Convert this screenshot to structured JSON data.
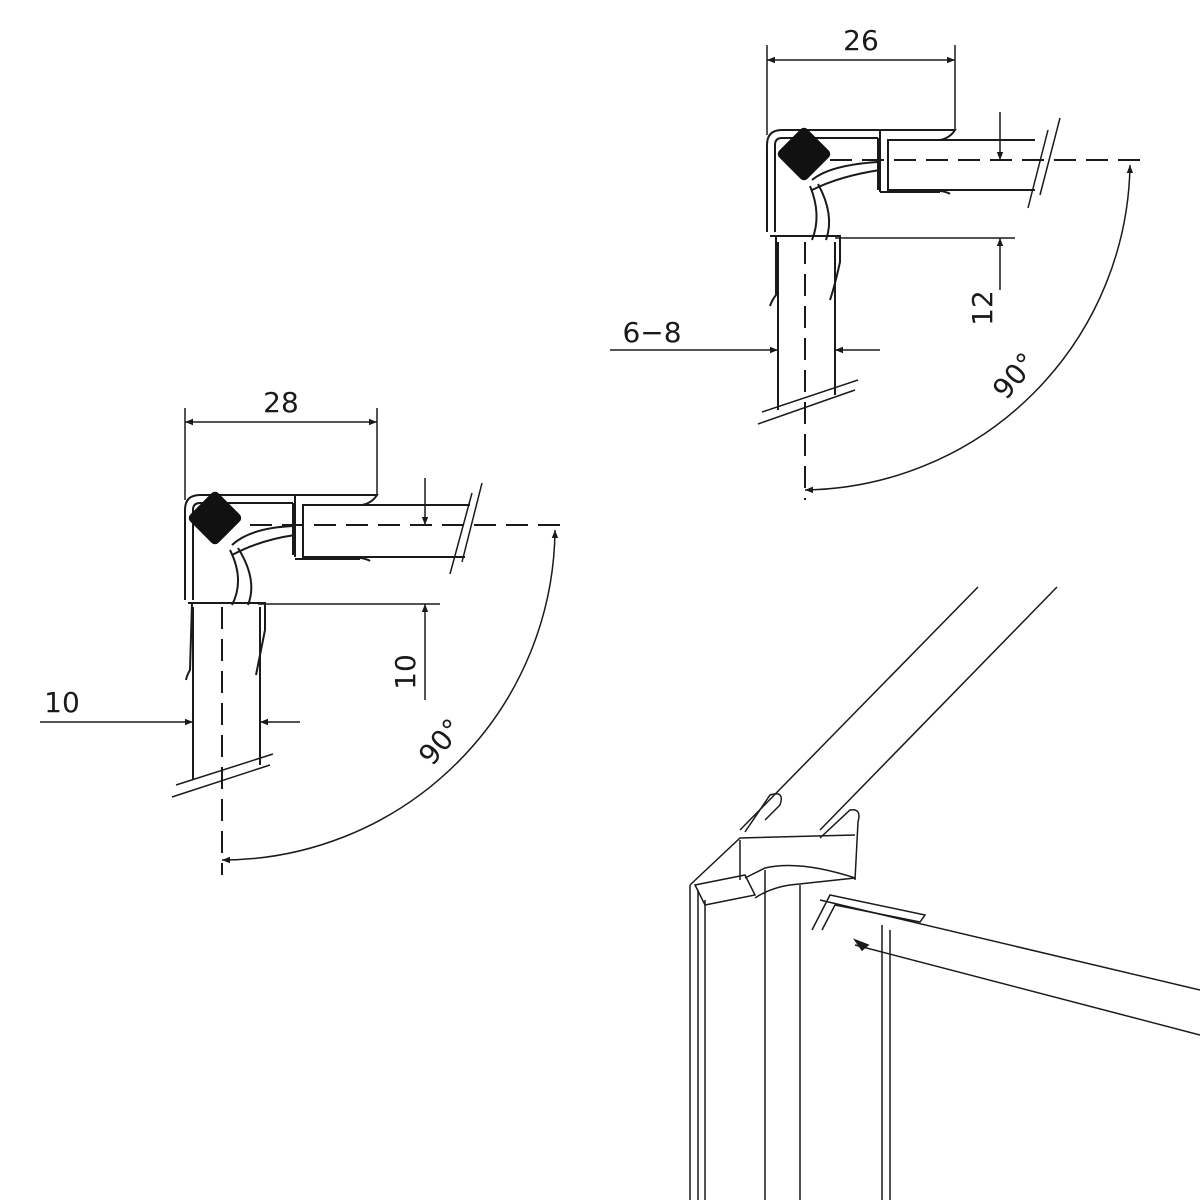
{
  "drawings": {
    "top_right": {
      "width_label": "26",
      "offset_label": "12",
      "glass_label": "6−8",
      "angle_label": "90°"
    },
    "left": {
      "width_label": "28",
      "offset_label": "10",
      "glass_label": "10",
      "angle_label": "90°"
    }
  },
  "colors": {
    "line": "#1a1a1a",
    "seal": "#111111",
    "background": "#ffffff"
  }
}
